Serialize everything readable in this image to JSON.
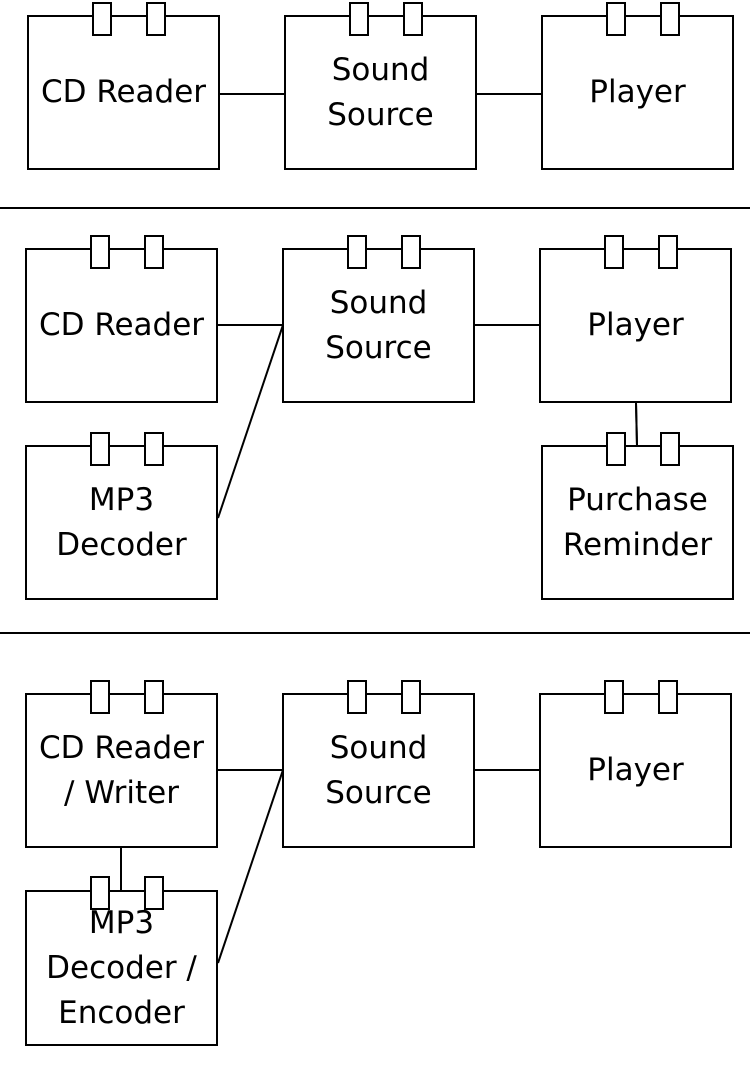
{
  "panels": [
    {
      "components": [
        {
          "id": "cd_reader",
          "lines": [
            "CD Reader"
          ]
        },
        {
          "id": "sound_source",
          "lines": [
            "Sound",
            "Source"
          ]
        },
        {
          "id": "player",
          "lines": [
            "Player"
          ]
        }
      ]
    },
    {
      "components": [
        {
          "id": "cd_reader",
          "lines": [
            "CD Reader"
          ]
        },
        {
          "id": "sound_source",
          "lines": [
            "Sound",
            "Source"
          ]
        },
        {
          "id": "player",
          "lines": [
            "Player"
          ]
        },
        {
          "id": "mp3_decoder",
          "lines": [
            "MP3",
            "Decoder"
          ]
        },
        {
          "id": "purchase_reminder",
          "lines": [
            "Purchase",
            "Reminder"
          ]
        }
      ]
    },
    {
      "components": [
        {
          "id": "cd_reader_writer",
          "lines": [
            "CD Reader",
            "/ Writer"
          ]
        },
        {
          "id": "sound_source",
          "lines": [
            "Sound",
            "Source"
          ]
        },
        {
          "id": "player",
          "lines": [
            "Player"
          ]
        },
        {
          "id": "mp3_decoder_encoder",
          "lines": [
            "MP3",
            "Decoder /",
            "Encoder"
          ]
        }
      ]
    }
  ]
}
